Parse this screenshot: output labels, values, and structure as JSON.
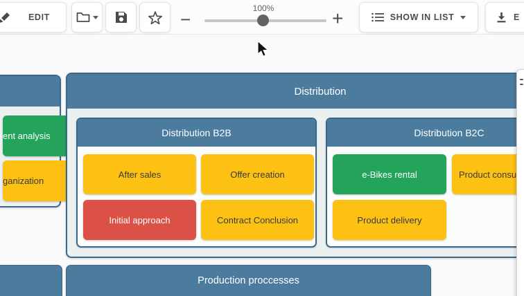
{
  "toolbar": {
    "edit": {
      "label": "EDIT"
    },
    "zoom": {
      "value": "100%",
      "minus": "−",
      "plus": "+"
    },
    "show_in_list": {
      "label": "SHOW IN LIST"
    },
    "export": {
      "visible_label": "E"
    },
    "icons": {
      "pencil": "pencil-icon",
      "folder": "folder-icon",
      "save": "save-icon",
      "star": "star-icon",
      "list": "list-icon",
      "download": "download-icon",
      "caret_down": "chevron-down-icon"
    }
  },
  "colors": {
    "header_blue": "#4b7c9e",
    "border_blue": "#3a678a",
    "yellow": "#fcc112",
    "green": "#24a45a",
    "red": "#db5145",
    "canvas": "#fafafa"
  },
  "diagram": {
    "left_group": {
      "boxes": [
        {
          "visible_label": "ent analysis",
          "color": "green"
        },
        {
          "visible_label": "ganization",
          "color": "yellow"
        }
      ]
    },
    "distribution": {
      "title": "Distribution",
      "b2b": {
        "title": "Distribution B2B",
        "boxes": [
          {
            "label": "After sales",
            "color": "yellow"
          },
          {
            "label": "Offer creation",
            "color": "yellow"
          },
          {
            "label": "Initial approach",
            "color": "red"
          },
          {
            "label": "Contract Conclusion",
            "color": "yellow"
          }
        ]
      },
      "b2c": {
        "title": "Distribution B2C",
        "boxes": [
          {
            "label": "e-Bikes rental",
            "color": "green"
          },
          {
            "label": "Product consu",
            "color": "yellow"
          },
          {
            "label": "Product delivery",
            "color": "yellow"
          }
        ]
      }
    },
    "production": {
      "title": "Production proccesses"
    }
  }
}
